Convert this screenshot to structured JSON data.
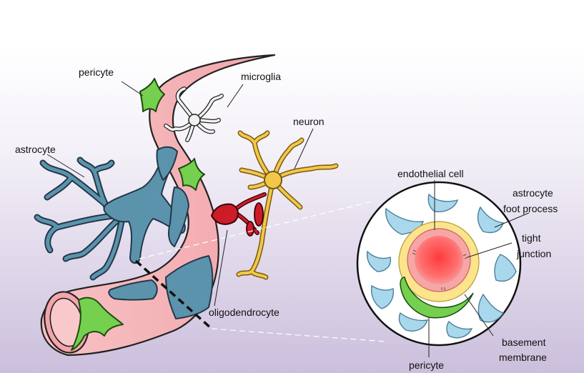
{
  "labels": {
    "pericyte_top": "pericyte",
    "microglia": "microglia",
    "neuron": "neuron",
    "astrocyte": "astrocyte",
    "oligodendrocyte": "oligodendrocyte",
    "endothelial_cell": "endothelial cell",
    "astrocyte_foot_process_line1": "astrocyte",
    "astrocyte_foot_process_line2": "foot process",
    "tight_junction_line1": "tight",
    "tight_junction_line2": "junction",
    "basement_membrane_line1": "basement",
    "basement_membrane_line2": "membrane",
    "pericyte_bottom": "pericyte"
  },
  "colors": {
    "vessel": "#f4b0b4",
    "vessel_outline": "#222222",
    "pericyte": "#74d04e",
    "astrocyte": "#5c93ac",
    "neuron": "#f2c84a",
    "microglia": "#f2f2f2",
    "oligodendrocyte": "#cc1c28",
    "endothelial": "#ff4a4a",
    "basement_membrane": "#fbe48c",
    "foot_process": "#a9d8ec"
  }
}
